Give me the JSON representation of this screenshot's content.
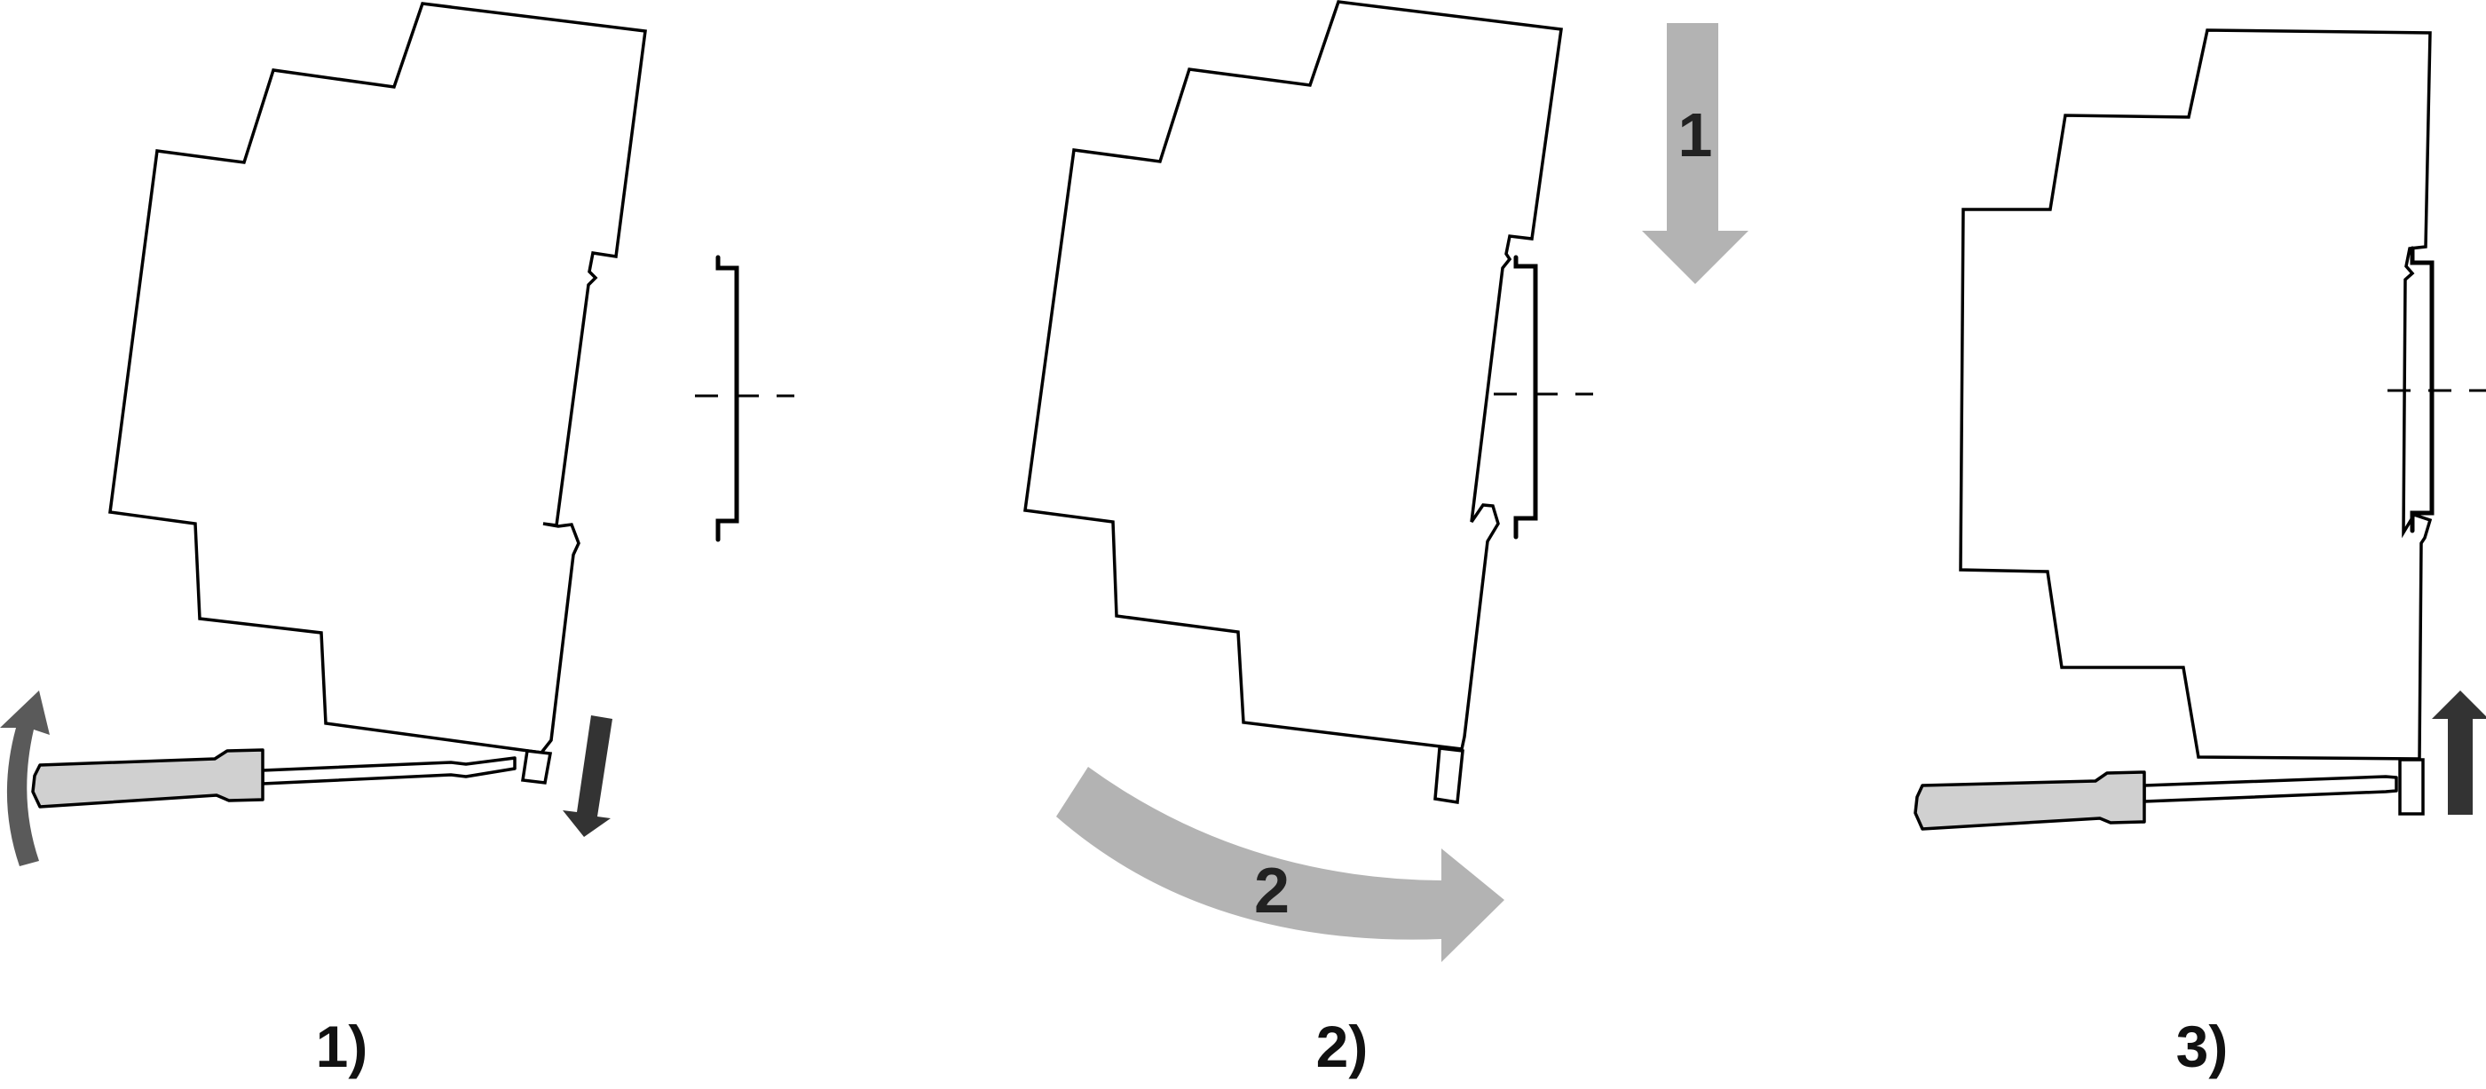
{
  "steps": [
    {
      "label": "1)"
    },
    {
      "label": "2)",
      "arrows": [
        {
          "number": "1"
        },
        {
          "number": "2"
        }
      ]
    },
    {
      "label": "3)"
    }
  ],
  "colors": {
    "line": "#000000",
    "light_arrow": "#b3b3b3",
    "dark_arrow": "#333333",
    "curved_arrow": "#5a5a5a",
    "tool_handle": "#d0d0d0"
  },
  "icons": [
    "device-outline",
    "din-rail",
    "screwdriver-icon",
    "arrow-down-icon",
    "arrow-up-icon",
    "curved-arrow-icon"
  ]
}
